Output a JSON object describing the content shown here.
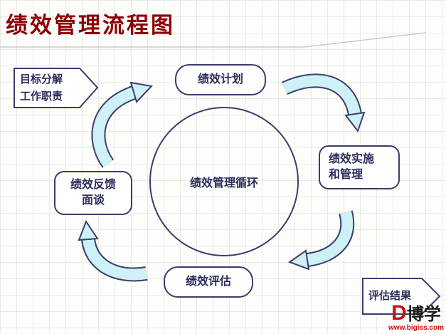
{
  "title": "绩效管理流程图",
  "diagram": {
    "center_circle": {
      "label": "绩效管理循环"
    },
    "nodes": {
      "plan": {
        "label": "绩效计划"
      },
      "implement": {
        "line1": "绩效实施",
        "line2": "和管理"
      },
      "feedback": {
        "line1": "绩效反馈",
        "line2": "面谈"
      },
      "evaluate": {
        "label": "绩效评估"
      }
    },
    "callouts": {
      "goal": {
        "line1": "目标分解",
        "line2": "工作职责"
      },
      "result": {
        "label": "评估结果"
      }
    },
    "colors": {
      "title": "#8b0000",
      "outline": "#3c3c6e",
      "arrow_fill": "#cdf1f6",
      "node_fill": "#ffffff"
    }
  },
  "watermark": {
    "logo": "D",
    "name": "博学",
    "url": "www.bigiss.com"
  }
}
